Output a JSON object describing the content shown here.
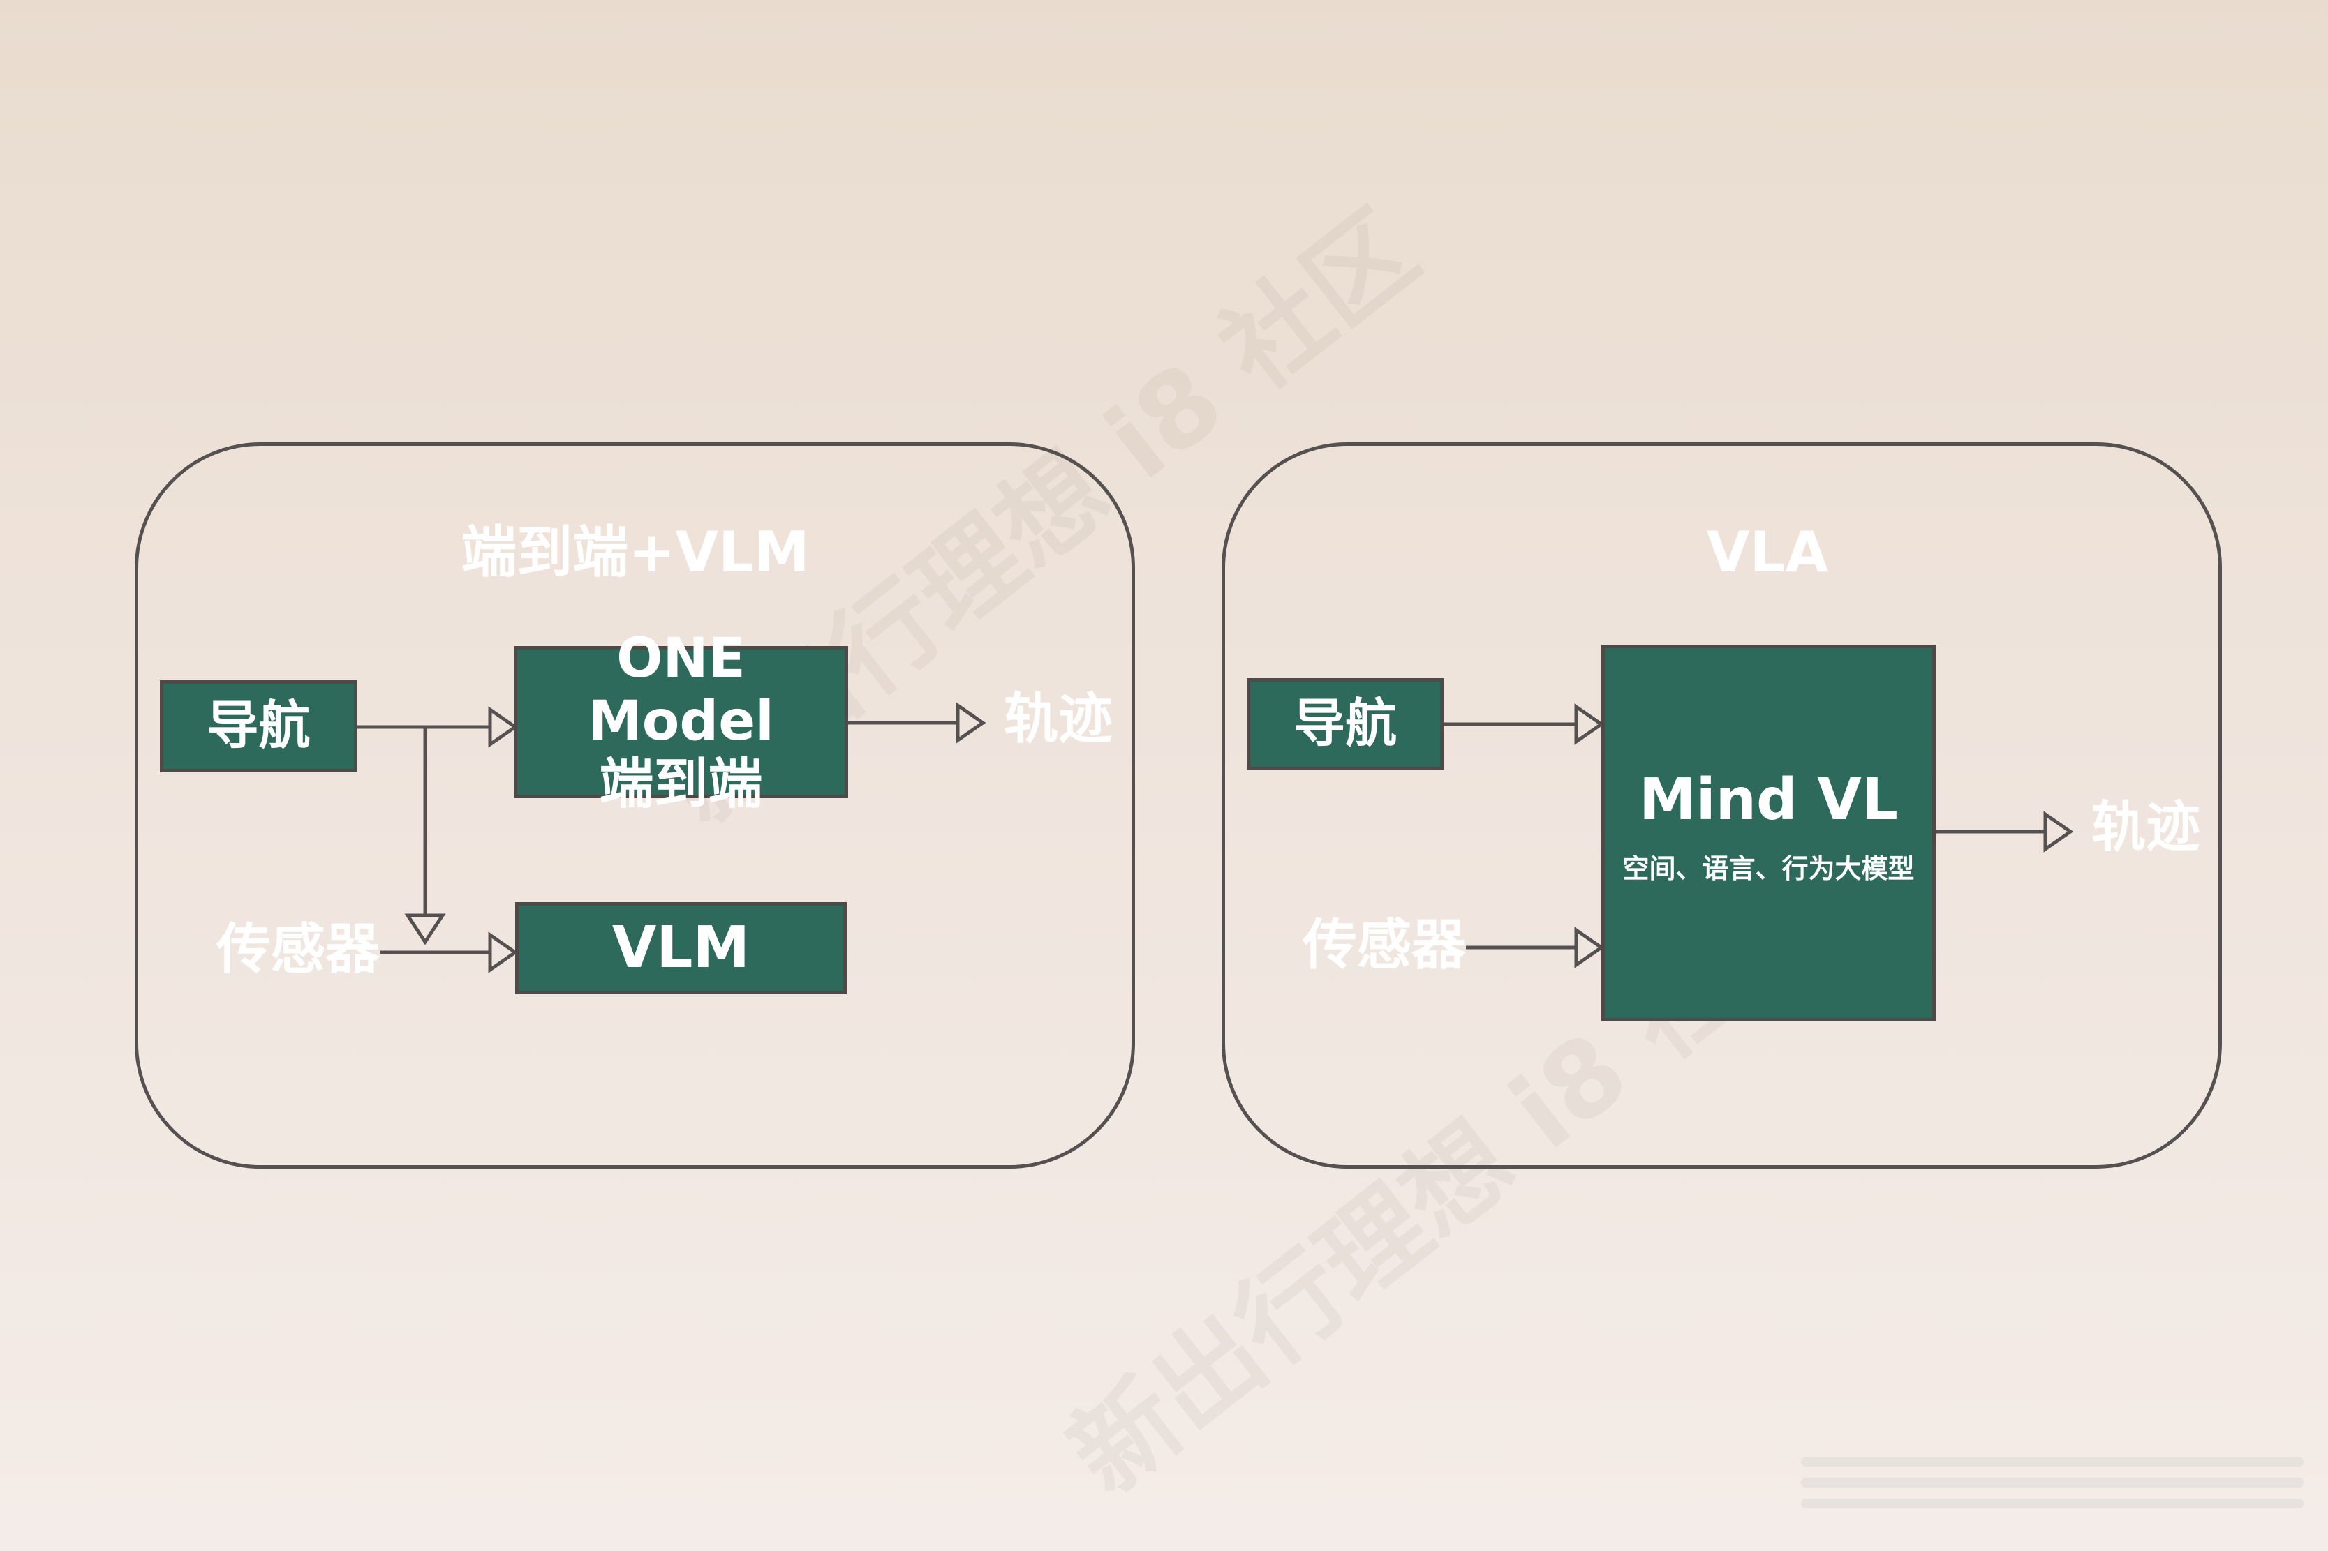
{
  "left_panel": {
    "title": "端到端+VLM",
    "nav_label": "导航",
    "one_model_line1": "ONE Model",
    "one_model_line2": "端到端",
    "trajectory_label": "轨迹",
    "sensor_label": "传感器",
    "vlm_label": "VLM"
  },
  "right_panel": {
    "title": "VLA",
    "nav_label": "导航",
    "mind_vl_title": "Mind VL",
    "mind_vl_subtitle": "空间、语言、行为大模型",
    "trajectory_label": "轨迹",
    "sensor_label": "传感器"
  },
  "watermark": "新出行理想 i8 社区",
  "colors": {
    "box_fill": "#2d6a5c",
    "box_border": "#4d4a48",
    "panel_border": "#555151",
    "line": "#555151",
    "text": "#ffffff"
  }
}
